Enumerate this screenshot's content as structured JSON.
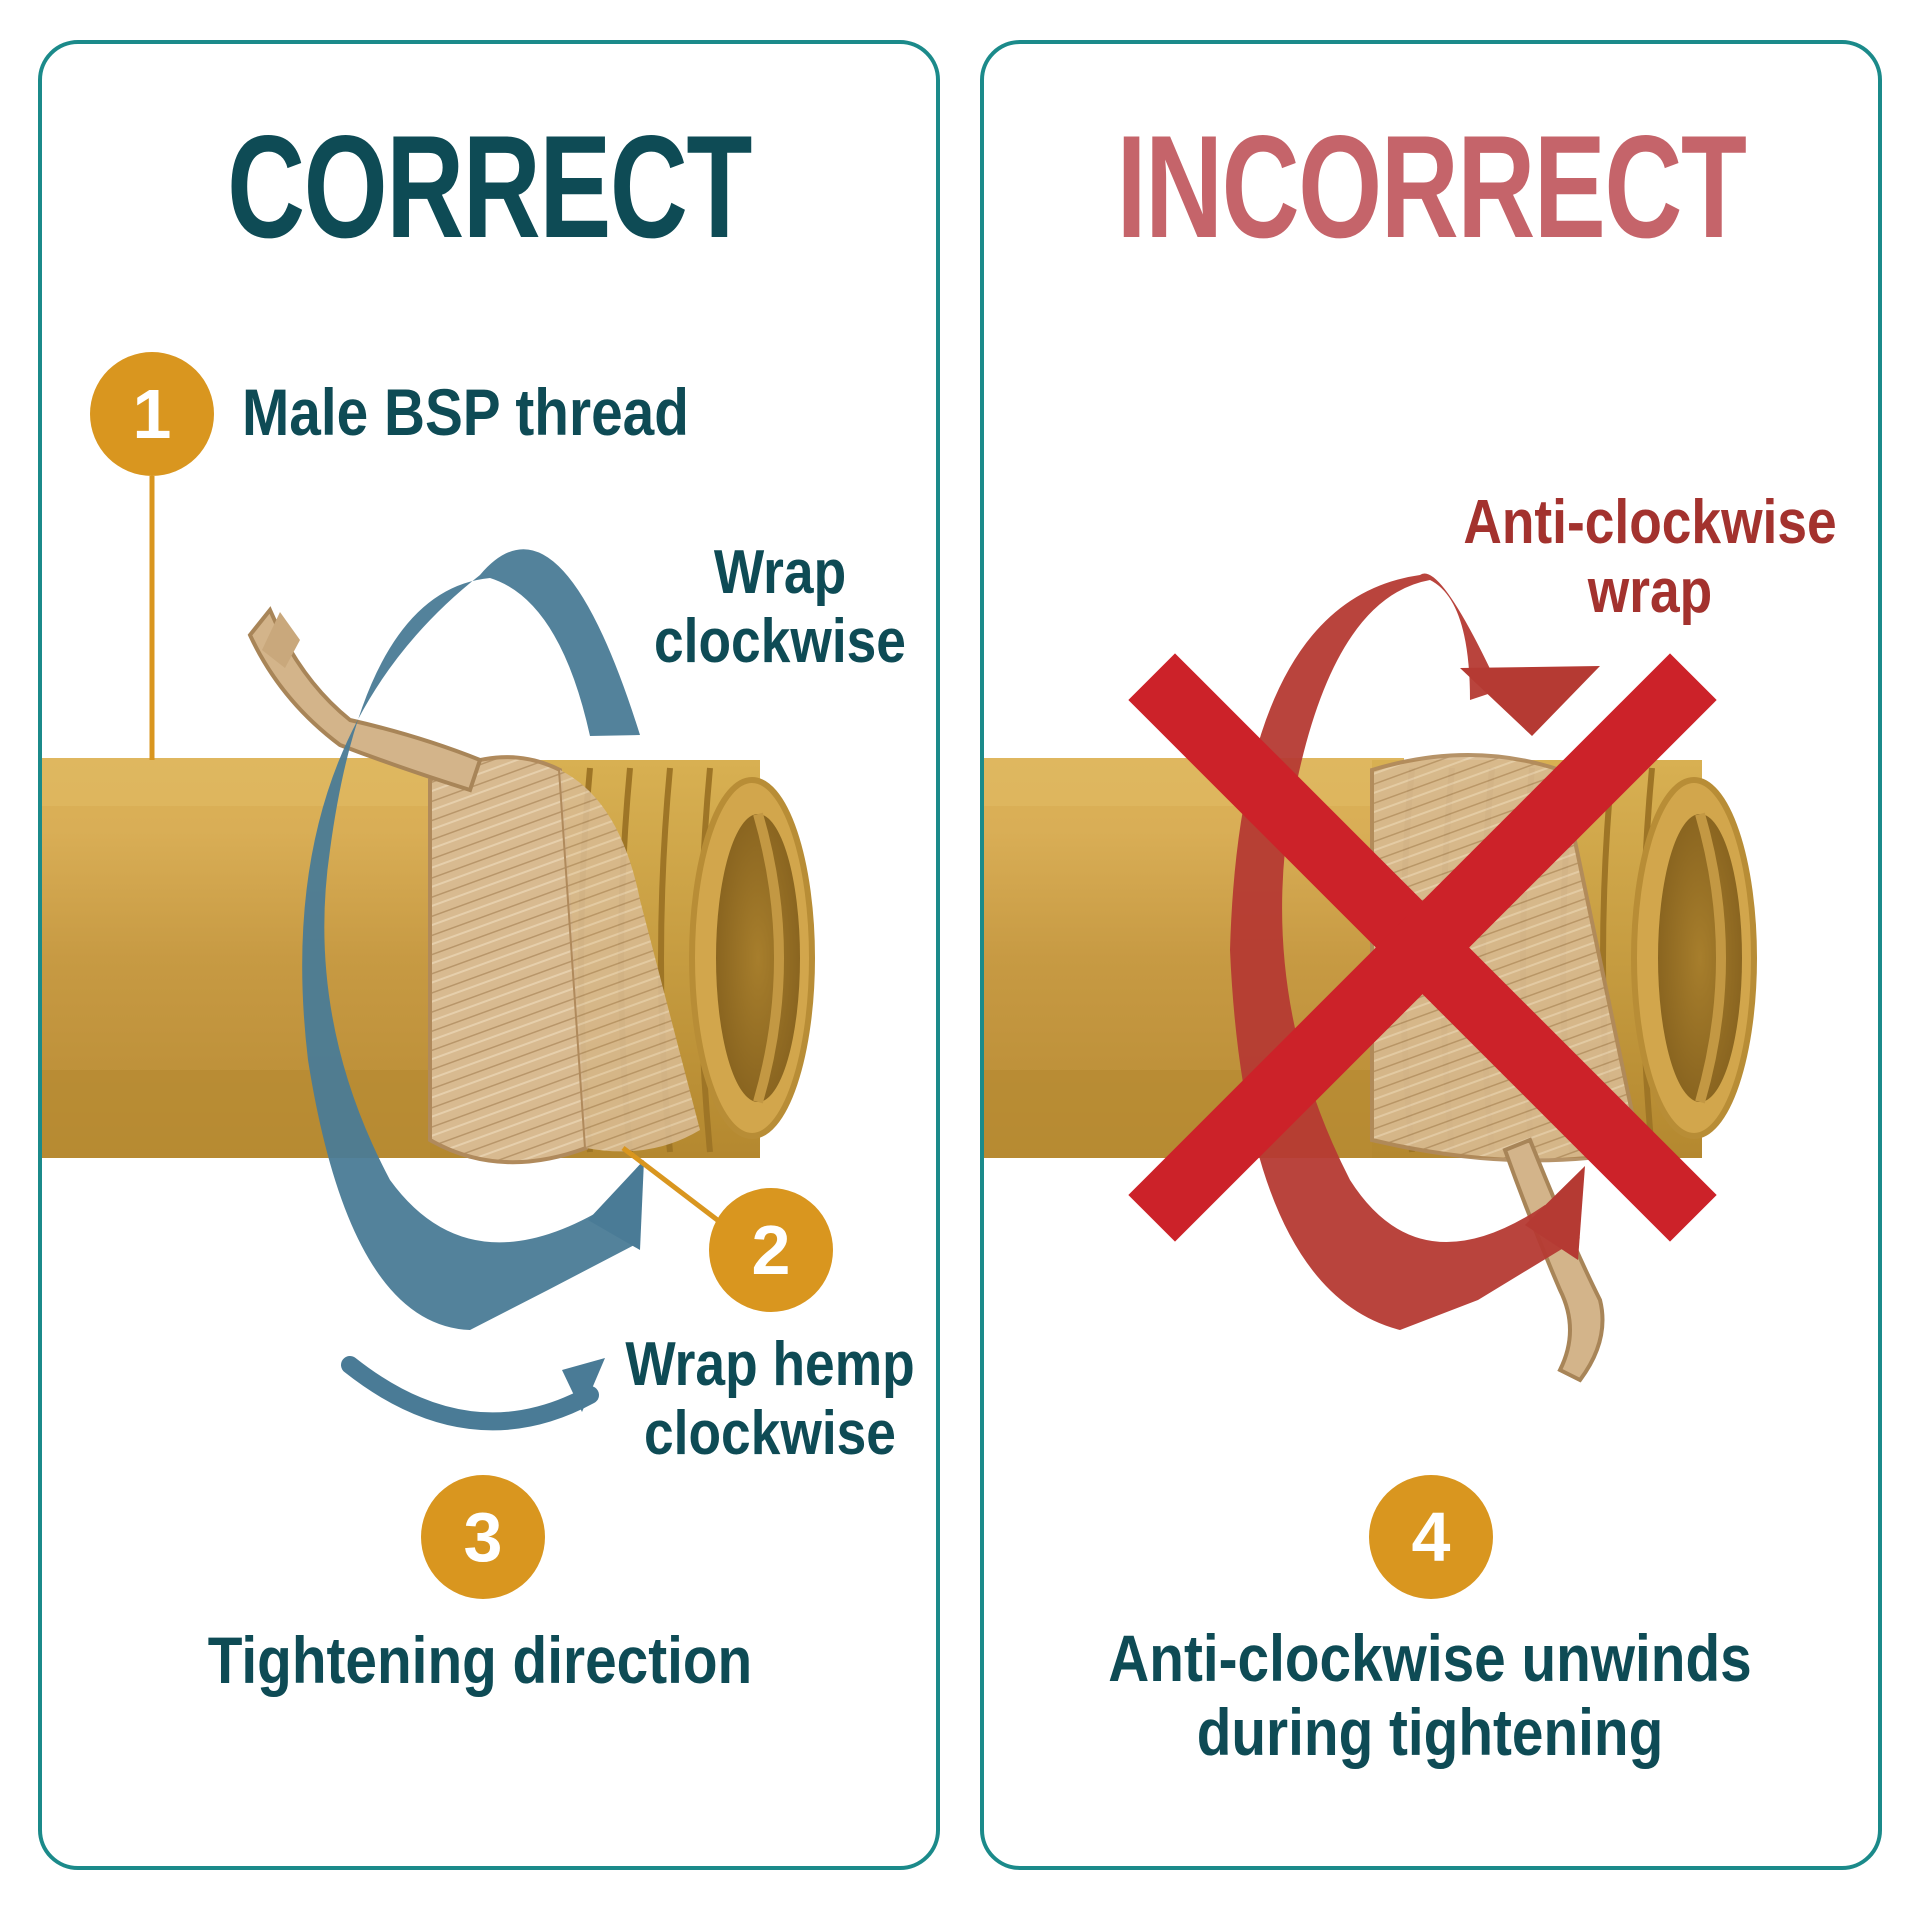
{
  "correct_panel": {
    "title": "CORRECT",
    "badges": [
      "1",
      "2",
      "3"
    ],
    "label_1": "Male BSP thread",
    "wrap_clockwise": [
      "Wrap",
      "clockwise"
    ],
    "wrap_hemp_clockwise": [
      "Wrap hemp",
      "clockwise"
    ],
    "label_3": "Tightening direction"
  },
  "incorrect_panel": {
    "title": "INCORRECT",
    "badge": "4",
    "anticlockwise_wrap": [
      "Anti-clockwise",
      "wrap"
    ],
    "label_4": [
      "Anti-clockwise unwinds",
      "during tightening"
    ]
  },
  "colors": {
    "frame": "#1b8a8a",
    "teal_text": "#0e4b55",
    "correct_arrow": "#4a7b96",
    "incorrect_title": "#c5646a",
    "incorrect_arrow": "#b53a33",
    "cross": "#cc2229",
    "badge": "#d9961f",
    "brass": "#cfa248",
    "hemp": "#d3b48a"
  },
  "icons": [
    "clockwise-arrow-icon",
    "anticlockwise-arrow-icon",
    "cross-mark-icon"
  ]
}
